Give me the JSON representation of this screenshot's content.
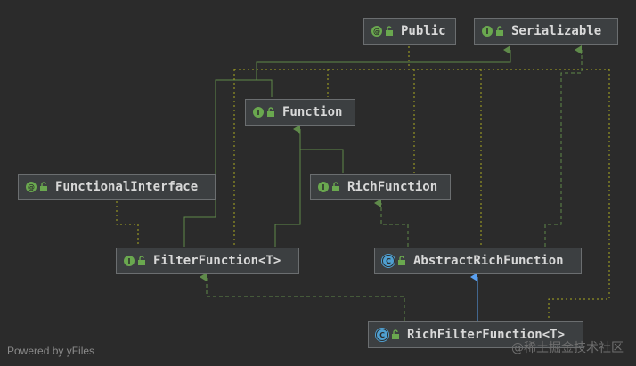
{
  "nodes": [
    {
      "id": "public",
      "label": "Public",
      "kind": "annotation",
      "badge": "@"
    },
    {
      "id": "serializable",
      "label": "Serializable",
      "kind": "interface",
      "badge": "I"
    },
    {
      "id": "function",
      "label": "Function",
      "kind": "interface",
      "badge": "I"
    },
    {
      "id": "functionalinterface",
      "label": "FunctionalInterface",
      "kind": "annotation",
      "badge": "@"
    },
    {
      "id": "richfunction",
      "label": "RichFunction",
      "kind": "interface",
      "badge": "I"
    },
    {
      "id": "filterfunction",
      "label": "FilterFunction<T>",
      "kind": "interface",
      "badge": "I"
    },
    {
      "id": "abstractrichfunction",
      "label": "AbstractRichFunction",
      "kind": "abstract-class",
      "badge": "C"
    },
    {
      "id": "richfilterfunction",
      "label": "RichFilterFunction<T>",
      "kind": "abstract-class",
      "badge": "C"
    }
  ],
  "colors": {
    "background": "#2b2b2b",
    "node_fill": "#3c3f41",
    "node_border": "#6b6e70",
    "extends_edge": "#5f8a4a",
    "implements_edge": "#5aa0f0",
    "annotation_edge": "#a8a820",
    "annotation_badge": "#6aa84f",
    "interface_badge": "#6aa84f",
    "class_badge": "#4f9fd0"
  },
  "footer": "Powered by yFiles",
  "watermark": "@稀土掘金技术社区"
}
